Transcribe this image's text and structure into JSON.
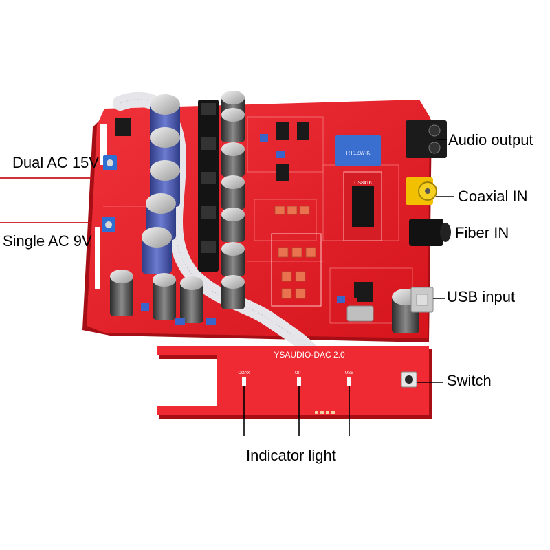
{
  "labels": {
    "audio_output": "Audio output",
    "coaxial_in": "Coaxial IN",
    "fiber_in": "Fiber IN",
    "usb_input": "USB input",
    "switch": "Switch",
    "indicator_light": "Indicator light",
    "dual_ac": "Dual AC 15V",
    "single_ac": "Single AC 9V"
  },
  "board": {
    "model_text": "YSAUDIO-DAC 2.0",
    "relay_text": "RT1ZW-K",
    "chip_text": "CS8416",
    "led_labels": [
      "COAX",
      "OPT",
      "USB"
    ]
  },
  "colors": {
    "pcb_red": "#e8232b",
    "pcb_dark": "#b81218",
    "pointer_red": "#c8141c",
    "capacitor_blue": "#4e5fb0",
    "film_cap_red": "#e8734e",
    "relay_blue": "#3a6fd0",
    "terminal_blue": "#2f6fd1"
  }
}
